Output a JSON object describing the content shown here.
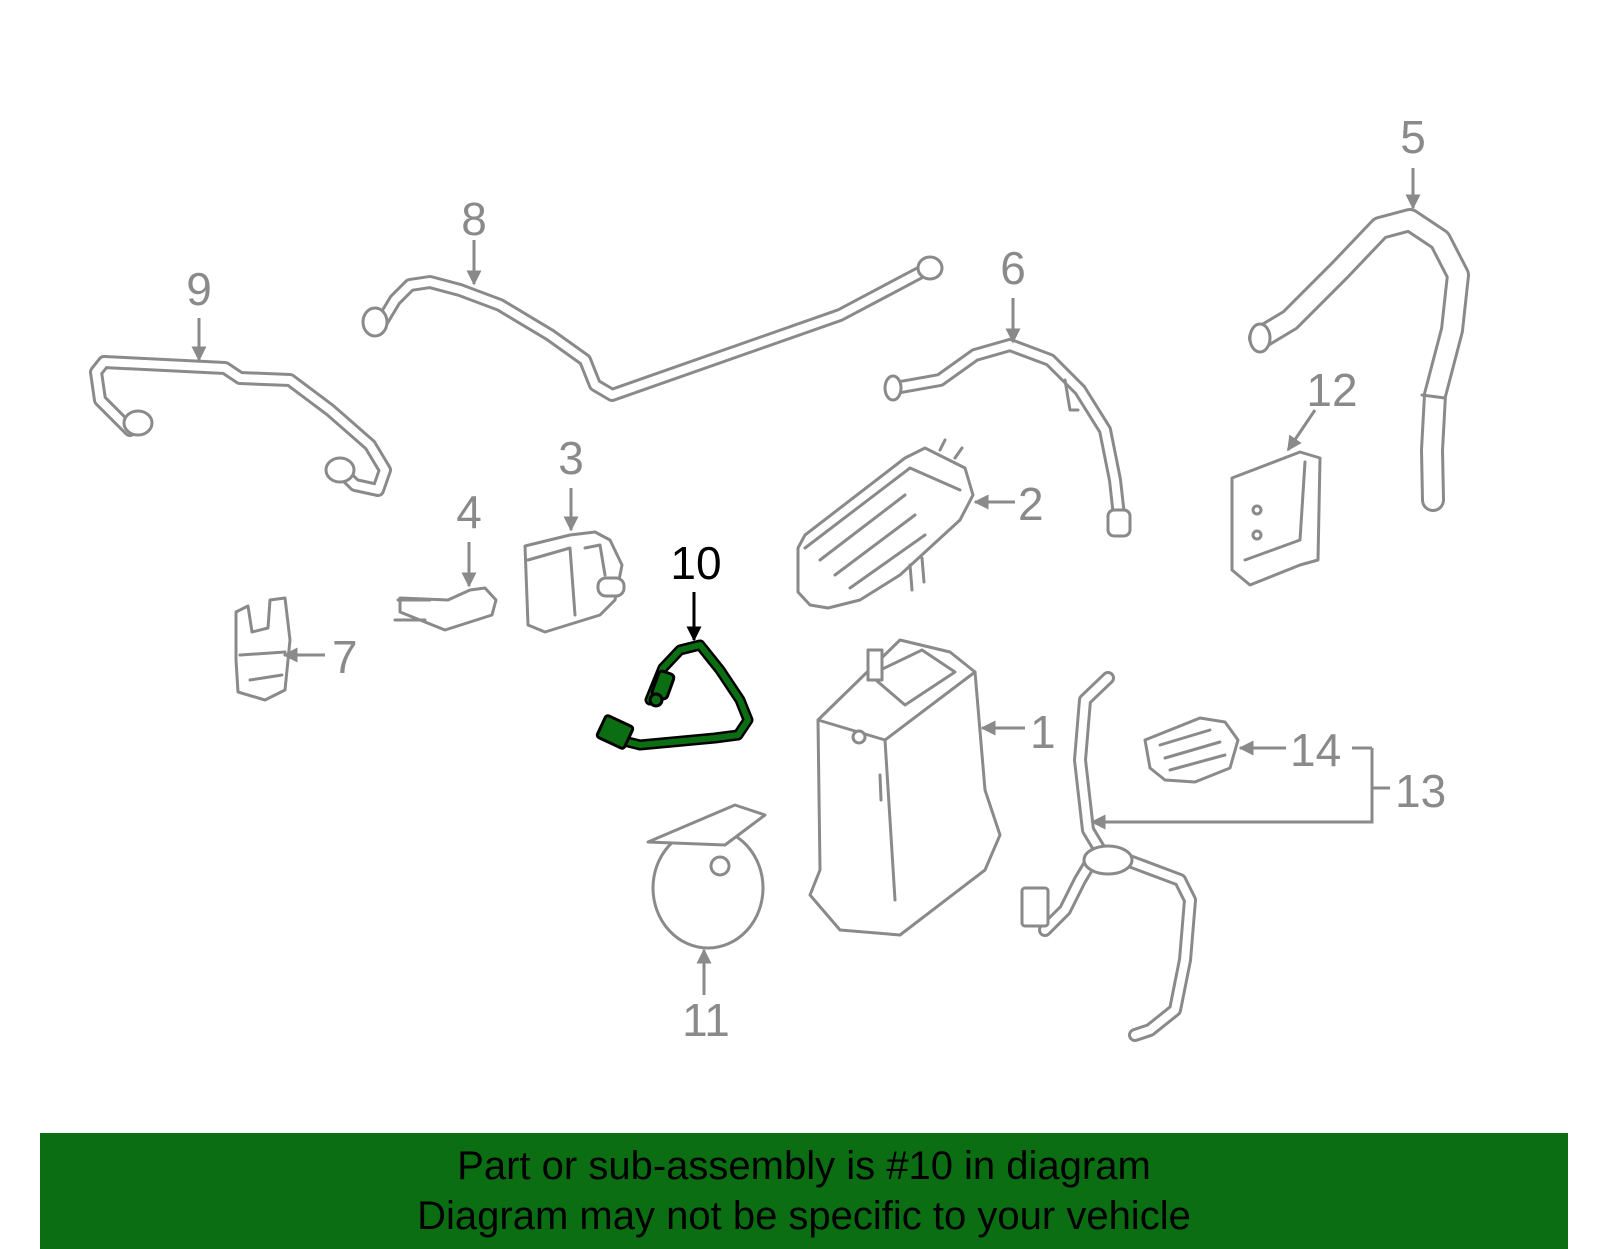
{
  "diagram": {
    "highlight_color": "#0b6e12",
    "highlighted_part": "10",
    "callouts": [
      "1",
      "2",
      "3",
      "4",
      "5",
      "6",
      "7",
      "8",
      "9",
      "10",
      "11",
      "12",
      "13",
      "14"
    ]
  },
  "banner": {
    "background": "#0b6e12",
    "line1": "Part or sub-assembly is #10 in diagram",
    "line2": "Diagram may not be specific to your vehicle"
  }
}
